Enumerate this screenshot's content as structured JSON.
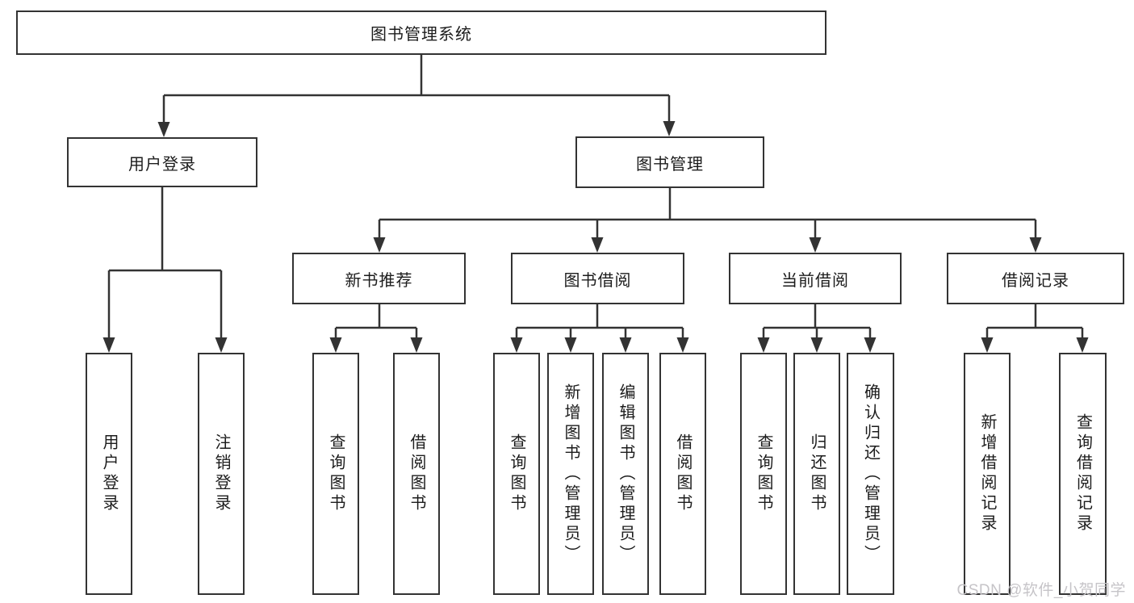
{
  "tree": {
    "root": {
      "label": "图书管理系统",
      "children": [
        {
          "label": "用户登录",
          "children": [
            {
              "label": "用户登录"
            },
            {
              "label": "注销登录"
            }
          ]
        },
        {
          "label": "图书管理",
          "children": [
            {
              "label": "新书推荐",
              "children": [
                {
                  "label": "查询图书"
                },
                {
                  "label": "借阅图书"
                }
              ]
            },
            {
              "label": "图书借阅",
              "children": [
                {
                  "label": "查询图书"
                },
                {
                  "label": "新增图书（管理员）"
                },
                {
                  "label": "编辑图书（管理员）"
                },
                {
                  "label": "借阅图书"
                }
              ]
            },
            {
              "label": "当前借阅",
              "children": [
                {
                  "label": "查询图书"
                },
                {
                  "label": "归还图书"
                },
                {
                  "label": "确认归还（管理员）"
                }
              ]
            },
            {
              "label": "借阅记录",
              "children": [
                {
                  "label": "新增借阅记录"
                },
                {
                  "label": "查询借阅记录"
                }
              ]
            }
          ]
        }
      ]
    }
  },
  "watermark": {
    "text": "CSDN @软件_小贺同学"
  },
  "colors": {
    "line": "#333333",
    "box_border": "#333333",
    "text": "#1c1c1c",
    "watermark": "#c6c4c8",
    "background": "#ffffff"
  }
}
